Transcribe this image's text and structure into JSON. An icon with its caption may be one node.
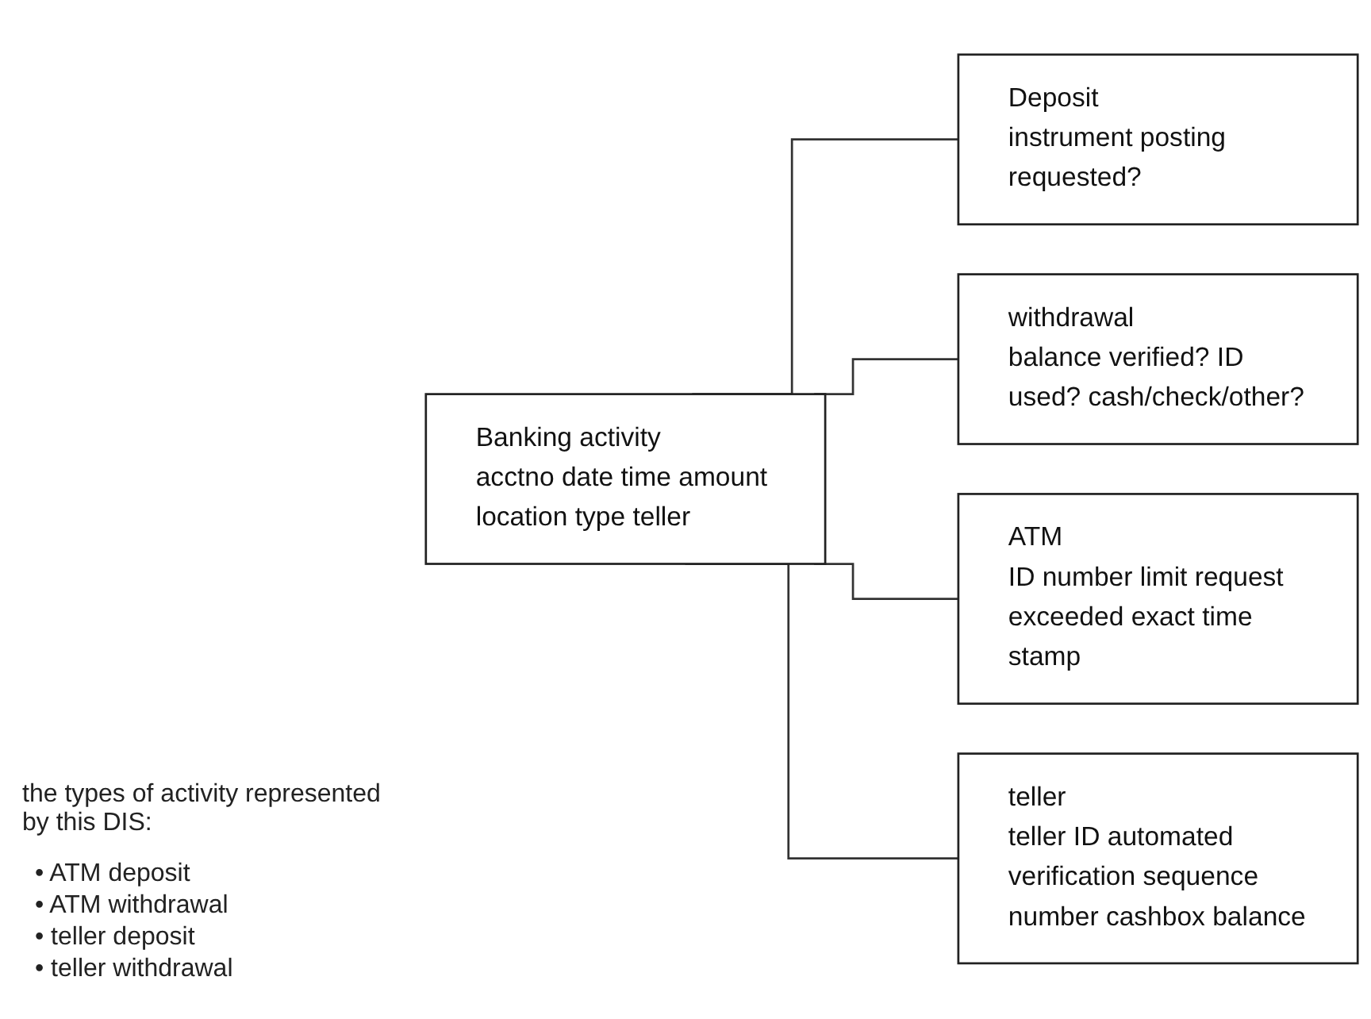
{
  "diagram": {
    "nodes": [
      {
        "text": [
          "Banking activity",
          "acctno date time amount location type teller"
        ]
      },
      {
        "text": [
          "Deposit",
          "instrument posting requested?"
        ]
      },
      {
        "text": [
          "withdrawal",
          "balance verified? ID used? cash/check/other?"
        ]
      },
      {
        "text": [
          "ATM",
          "ID number limit request exceeded exact time stamp"
        ]
      },
      {
        "text": [
          "teller",
          "teller ID automated verification sequence number cashbox balance"
        ]
      }
    ],
    "edges": [
      {
        "from": 0,
        "to": 1,
        "arrow": "none"
      },
      {
        "from": 0,
        "to": 2,
        "arrow": "none"
      },
      {
        "from": 0,
        "to": 3,
        "arrow": "none"
      },
      {
        "from": 0,
        "to": 4,
        "arrow": "none"
      }
    ],
    "labels": [
      "the types of activity represented by this DIS:",
      "• ATM deposit",
      "• ATM withdrawal",
      "• teller deposit",
      "• teller withdrawal"
    ]
  }
}
